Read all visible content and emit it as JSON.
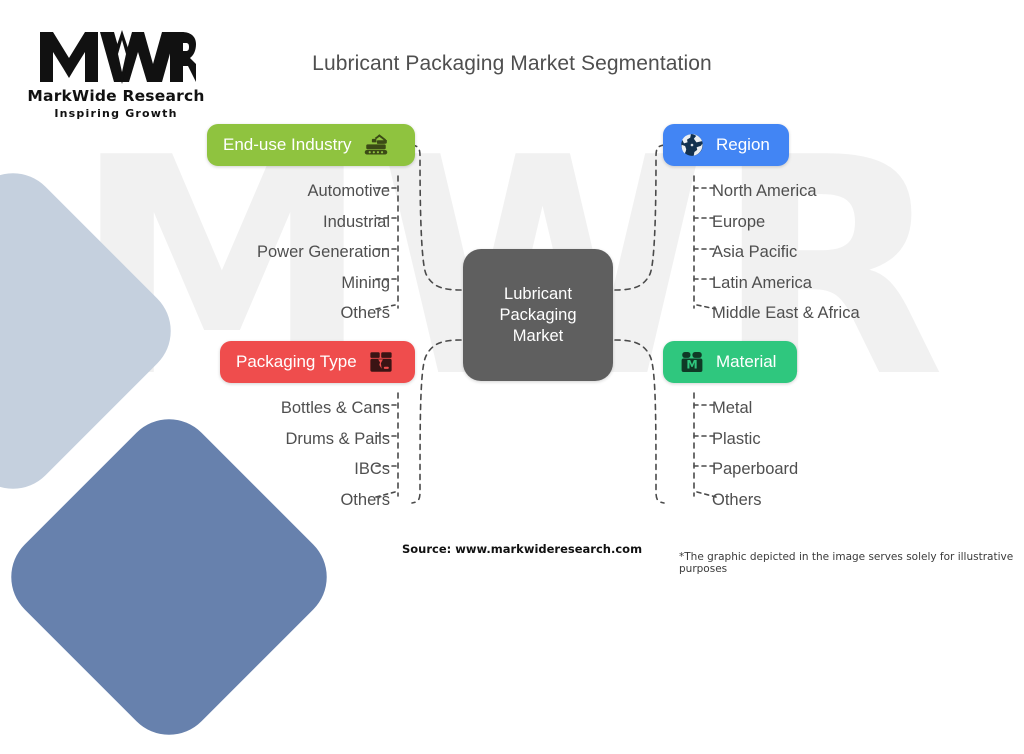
{
  "brand": {
    "logo_mark": "MWR",
    "name": "MarkWide Research",
    "tagline": "Inspiring Growth",
    "watermark_text": "MWR"
  },
  "header": {
    "title": "Lubricant Packaging Market Segmentation"
  },
  "center": {
    "label_line1": "Lubricant",
    "label_line2": "Packaging",
    "label_line3": "Market",
    "color": "#5f5f5f"
  },
  "branches": [
    {
      "key": "end_use_industry",
      "label": "End-use Industry",
      "color": "#8fc33f",
      "icon": "excavator-icon",
      "icon_side": "right",
      "items": [
        "Automotive",
        "Industrial",
        "Power Generation",
        "Mining",
        "Others"
      ]
    },
    {
      "key": "region",
      "label": "Region",
      "color": "#4285f4",
      "icon": "globe-icon",
      "icon_side": "left",
      "items": [
        "North America",
        "Europe",
        "Asia Pacific",
        "Latin America",
        "Middle East & Africa"
      ]
    },
    {
      "key": "packaging_type",
      "label": "Packaging Type",
      "color": "#ef4d4d",
      "icon": "package-box-icon",
      "icon_side": "right",
      "items": [
        "Bottles & Cans",
        "Drums & Pails",
        "IBCs",
        "Others"
      ]
    },
    {
      "key": "material",
      "label": "Material",
      "color": "#2fc77e",
      "icon": "material-box-icon",
      "icon_side": "left",
      "items": [
        "Metal",
        "Plastic",
        "Paperboard",
        "Others"
      ]
    }
  ],
  "footer": {
    "source": "Source: www.markwideresearch.com",
    "disclaimer": "*The graphic depicted in the image serves solely for illustrative purposes"
  },
  "decor": {
    "light_square_color": "#c5d0de",
    "dark_square_color": "#6781ad",
    "connector_color": "#4a4a4a"
  }
}
